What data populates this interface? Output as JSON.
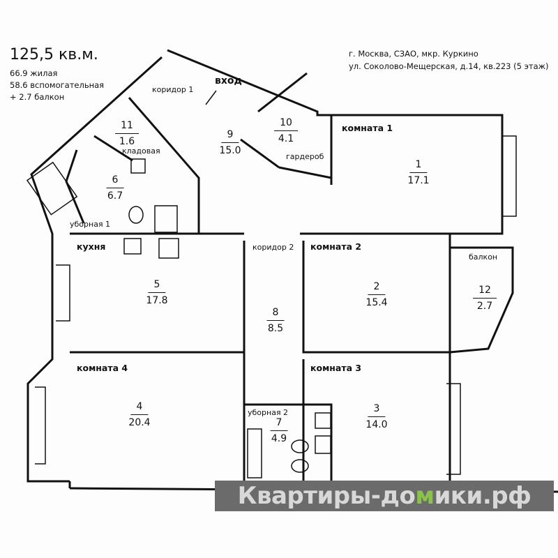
{
  "header": {
    "total_area": "125,5 кв.м.",
    "living": "66.9 жилая",
    "auxiliary": "58.6 вспомогательная",
    "balcony": "+ 2.7 балкон",
    "address_line1": "г. Москва, СЗАО, мкр. Куркино",
    "address_line2": "ул. Соколово-Мещерская, д.14, кв.223 (5 этаж)"
  },
  "labels": {
    "entrance": "вход",
    "corridor1": "коридор 1",
    "corridor2": "коридор 2",
    "storage": "кладовая",
    "wardrobe": "гардероб",
    "toilet1": "уборная 1",
    "toilet2": "уборная 2",
    "kitchen": "кухня",
    "room1": "комната 1",
    "room2": "комната 2",
    "room3": "комната 3",
    "room4": "комната 4",
    "balcony": "балкон"
  },
  "rooms": [
    {
      "num": "1",
      "area": "17.1"
    },
    {
      "num": "2",
      "area": "15.4"
    },
    {
      "num": "3",
      "area": "14.0"
    },
    {
      "num": "4",
      "area": "20.4"
    },
    {
      "num": "5",
      "area": "17.8"
    },
    {
      "num": "6",
      "area": "6.7"
    },
    {
      "num": "7",
      "area": "4.9"
    },
    {
      "num": "8",
      "area": "8.5"
    },
    {
      "num": "9",
      "area": "15.0"
    },
    {
      "num": "10",
      "area": "4.1"
    },
    {
      "num": "11",
      "area": "1.6"
    },
    {
      "num": "12",
      "area": "2.7"
    }
  ],
  "watermark": {
    "before": "Квартиры-до",
    "logo": "м",
    "after": "ики.рф",
    "logo_color": "#8bc34a"
  }
}
